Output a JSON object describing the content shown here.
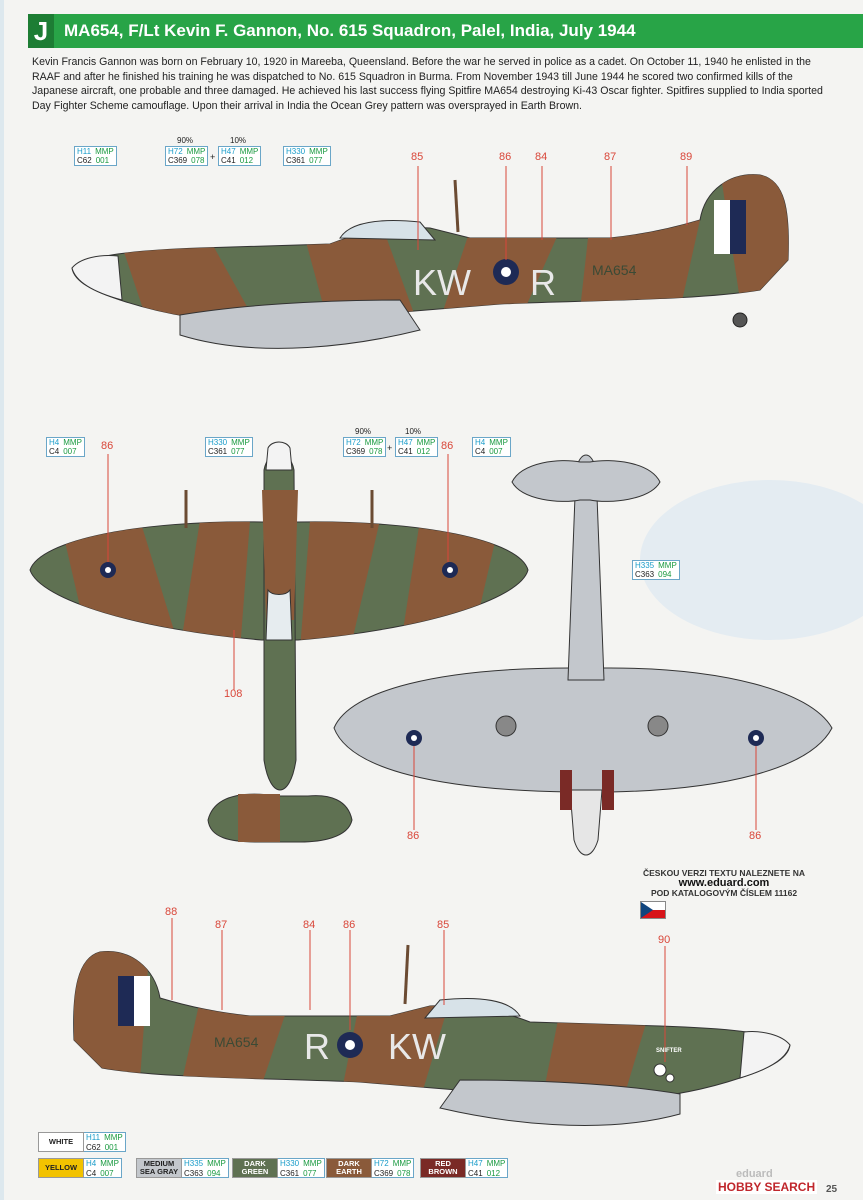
{
  "header": {
    "letter": "J",
    "title": "MA654, F/Lt Kevin F. Gannon, No. 615 Squadron, Palel, India, July 1944"
  },
  "bio": "Kevin Francis Gannon was born on February 10, 1920 in Mareeba, Queensland. Before the war he served in police as a cadet. On October 11, 1940 he enlisted in the RAAF and after he finished his training he was dispatched to No. 615 Squadron in Burma. From November 1943 till June 1944 he scored two confirmed kills of the Japanese aircraft, one probable and three damaged. He achieved his last success flying Spitfire MA654 destroying Ki-43 Oscar fighter. Spitfires supplied to India sported Day Fighter Scheme camouflage. Upon their arrival in India the Ocean Grey pattern was oversprayed in Earth Brown.",
  "paint": {
    "mmp": "MMP",
    "white": {
      "h": "H11",
      "c": "C62",
      "m": "001"
    },
    "red": {
      "h": "H47",
      "c": "C41",
      "m": "012"
    },
    "earth": {
      "h": "H72",
      "c": "C369",
      "m": "078"
    },
    "green": {
      "h": "H330",
      "c": "C361",
      "m": "077"
    },
    "yellow": {
      "h": "H4",
      "c": "C4",
      "m": "007"
    },
    "gray": {
      "h": "H335",
      "c": "C363",
      "m": "094"
    },
    "pct90": "90%",
    "pct10": "10%",
    "plus": "+"
  },
  "markings": {
    "code_left": "KW",
    "code_right": "R",
    "serial": "MA654",
    "nose_art": "SNIFTER"
  },
  "decals": {
    "d84": "84",
    "d85": "85",
    "d86": "86",
    "d87": "87",
    "d88": "88",
    "d89": "89",
    "d90": "90",
    "d108": "108"
  },
  "note": {
    "line1": "ČESKOU VERZI TEXTU NALEZNETE NA",
    "url": "www.eduard.com",
    "line2": "POD KATALOGOVÝM ČÍSLEM 11162"
  },
  "legend": {
    "white": "WHITE",
    "yellow": "YELLOW",
    "gray_1": "MEDIUM",
    "gray_2": "SEA GRAY",
    "green_1": "DARK",
    "green_2": "GREEN",
    "earth_1": "DARK",
    "earth_2": "EARTH",
    "red_1": "RED",
    "red_2": "BROWN"
  },
  "footer": {
    "brand": "eduard",
    "watermark": "HOBBY SEARCH",
    "page": "25"
  },
  "colors": {
    "header_green": "#28a447",
    "dark_earth": "#8a5a3a",
    "dark_green": "#5f7152",
    "sea_gray": "#c3c7cc",
    "roundel_blue": "#1e2a55",
    "red_brown": "#7a2a26",
    "yellow": "#f2c200"
  }
}
